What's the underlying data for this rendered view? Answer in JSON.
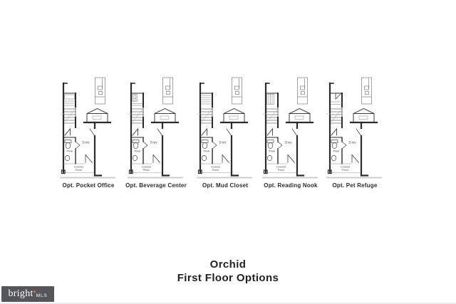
{
  "title": {
    "line1": "Orchid",
    "line2": "First Floor Options"
  },
  "plans": [
    {
      "label": "Opt. Pocket Office",
      "rooms": {
        "entry": "Entry",
        "powder": "Pwdr",
        "porch_line1": "Covered",
        "porch_line2": "Porch"
      }
    },
    {
      "label": "Opt. Beverage Center",
      "rooms": {
        "entry": "Entry",
        "powder": "Pwdr",
        "porch_line1": "Covered",
        "porch_line2": "Porch"
      }
    },
    {
      "label": "Opt. Mud Closet",
      "rooms": {
        "entry": "Entry",
        "powder": "Pwdr",
        "porch_line1": "Covered",
        "porch_line2": "Porch"
      }
    },
    {
      "label": "Opt. Reading Nook",
      "rooms": {
        "entry": "Entry",
        "powder": "Pwdr",
        "porch_line1": "Covered",
        "porch_line2": "Porch"
      }
    },
    {
      "label": "Opt. Pet Refuge",
      "rooms": {
        "entry": "Entry",
        "powder": "Pwdr",
        "porch_line1": "Covered",
        "porch_line2": "Porch"
      }
    }
  ],
  "watermark": {
    "brand": "bright",
    "suffix": "MLS"
  },
  "colors": {
    "background": "#ffffff",
    "ink": "#2b2b2b",
    "light_line": "#c8c8c8",
    "label_gray": "#4a4a4a",
    "watermark_bg": "#55565a",
    "accent_orange": "#e8693d"
  }
}
